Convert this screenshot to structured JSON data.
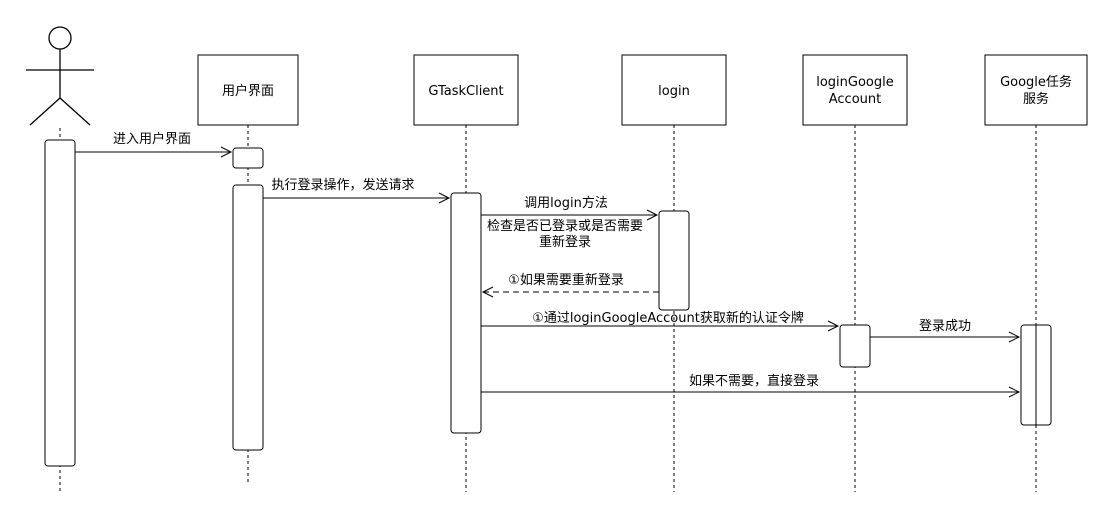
{
  "participants": {
    "user_ui": "用户界面",
    "gtask_client": "GTaskClient",
    "login": "login",
    "login_google_1": "loginGoogle",
    "login_google_2": "Account",
    "google_service_1": "Google任务",
    "google_service_2": "服务"
  },
  "messages": {
    "enter_ui": "进入用户界面",
    "do_login": "执行登录操作，发送请求",
    "call_login": "调用login方法",
    "check_1": "检查是否已登录或是否需要",
    "check_2": "重新登录",
    "need_relogin": "①如果需要重新登录",
    "get_token": "①通过loginGoogleAccount获取新的认证令牌",
    "login_success": "登录成功",
    "no_need": "如果不需要，直接登录"
  }
}
